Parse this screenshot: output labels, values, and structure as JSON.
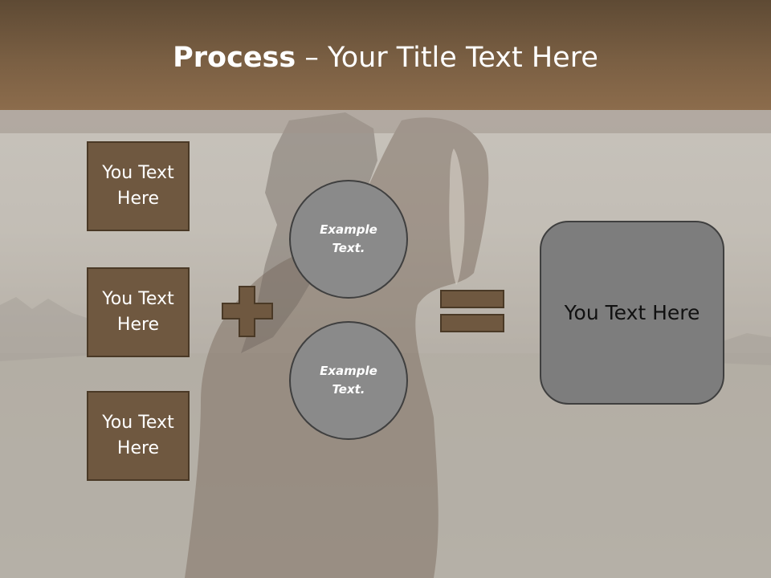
{
  "title": {
    "bold": "Process",
    "rest": " – Your Title Text Here"
  },
  "left_boxes": [
    {
      "label": "You Text Here"
    },
    {
      "label": "You Text Here"
    },
    {
      "label": "You Text Here"
    }
  ],
  "circles": [
    {
      "label": "Example Text."
    },
    {
      "label": "Example Text."
    }
  ],
  "operators": {
    "plus": "plus-icon",
    "equals": "equals-icon"
  },
  "result": {
    "label": "You Text Here"
  },
  "colors": {
    "header": "#7a5f43",
    "box_fill": "#6f5840",
    "box_border": "#4a3926",
    "circle_fill": "#8a8a8a",
    "result_fill": "#7d7d7d"
  }
}
